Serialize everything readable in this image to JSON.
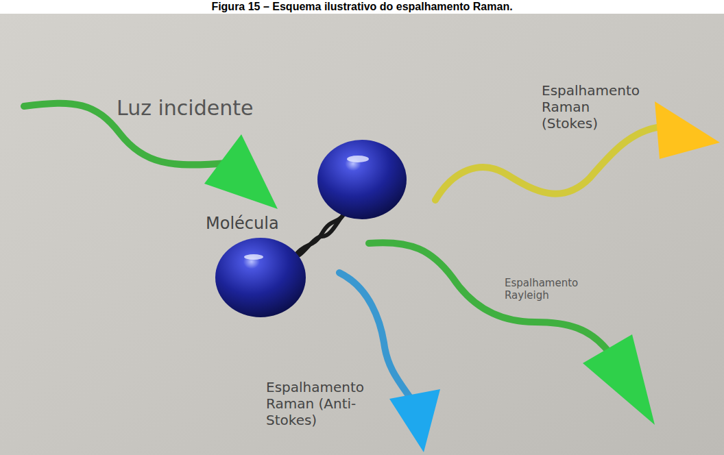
{
  "diagram": {
    "title": "Figura 15 – Esquema ilustrativo do espalhamento Raman.",
    "labels": [
      "Luz incidente",
      "Molécula",
      "Espalhamento Raman (Stokes)",
      "Espalhamento Rayleigh",
      "Espalhamento Raman (Anti-Stokes)"
    ]
  }
}
